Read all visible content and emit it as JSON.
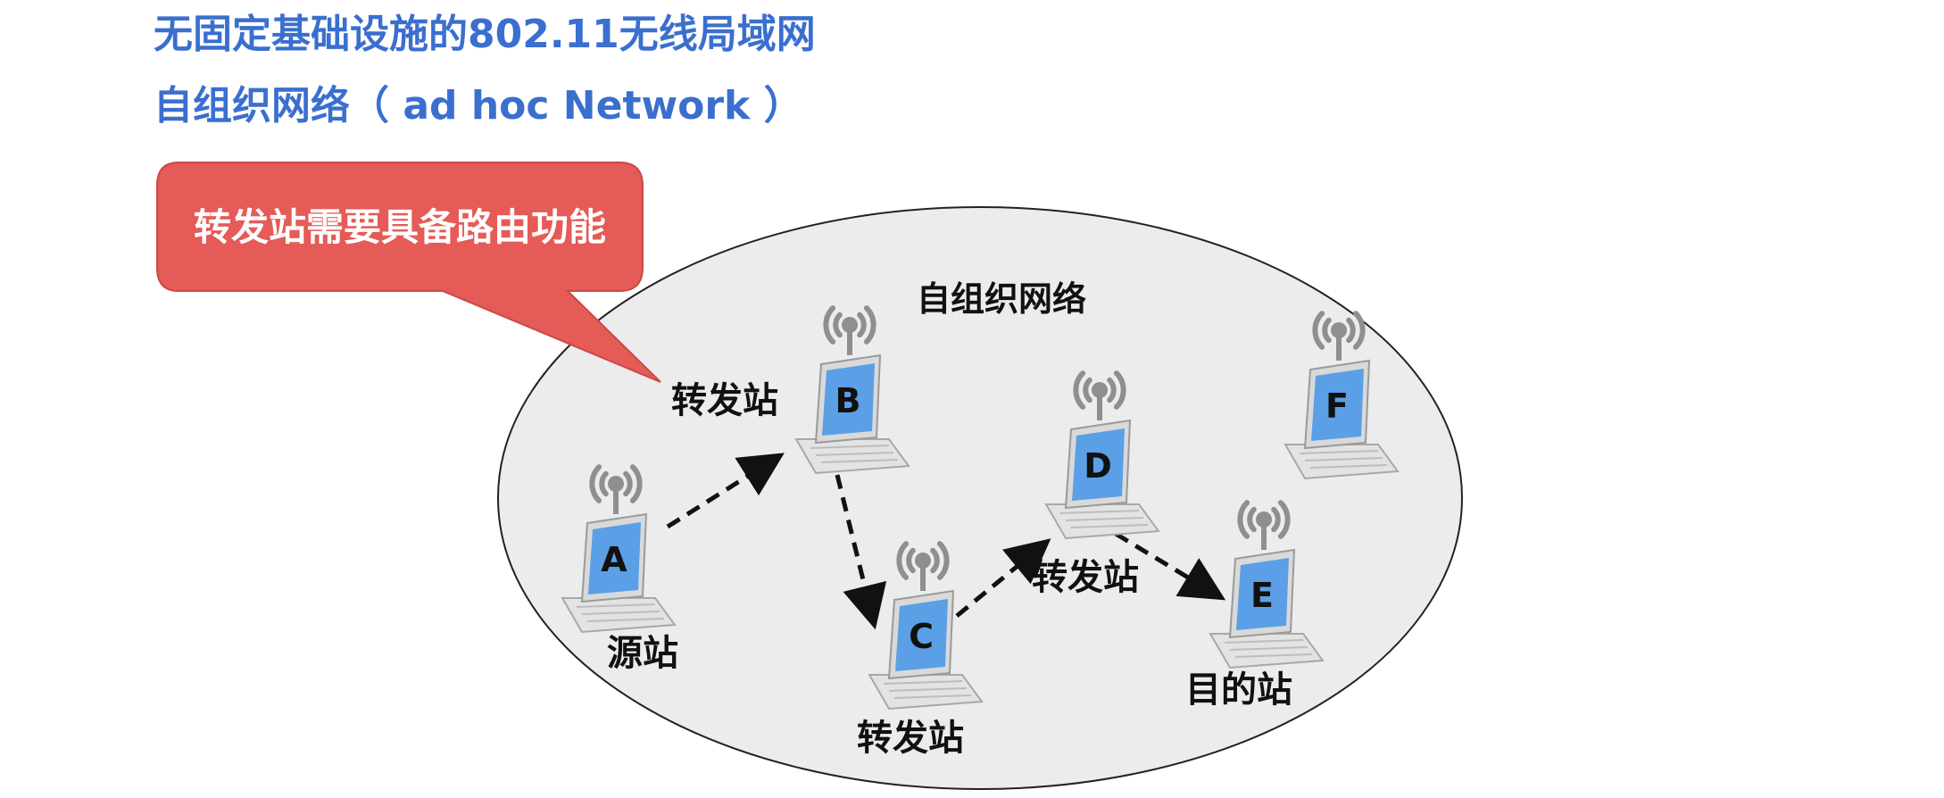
{
  "titles": {
    "line1": "无固定基础设施的802.11无线局域网",
    "line2": "自组织网络（ ad hoc Network ）"
  },
  "callout": {
    "text": "转发站需要具备路由功能",
    "color": "#e55b57"
  },
  "network": {
    "label": "自组织网络",
    "fill": "#ececec"
  },
  "colors": {
    "title": "#3a6fcf",
    "screen": "#5b9fe6",
    "antenna": "#8f8f8f"
  },
  "nodes": [
    {
      "id": "A",
      "caption": "源站"
    },
    {
      "id": "B",
      "caption": "转发站"
    },
    {
      "id": "C",
      "caption": "转发站"
    },
    {
      "id": "D",
      "caption": "转发站"
    },
    {
      "id": "E",
      "caption": "目的站"
    },
    {
      "id": "F",
      "caption": ""
    }
  ],
  "arrows": [
    {
      "from": "A",
      "to": "B"
    },
    {
      "from": "B",
      "to": "C"
    },
    {
      "from": "C",
      "to": "D"
    },
    {
      "from": "D",
      "to": "E"
    }
  ]
}
